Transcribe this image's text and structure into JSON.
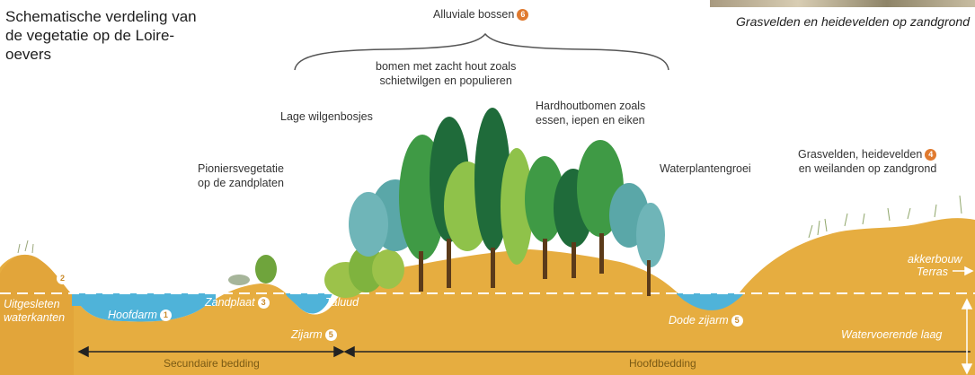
{
  "title": "Schematische verdeling van de vegetatie op de Loire-oevers",
  "photo_caption": "Grasvelden en heidevelden op zandgrond",
  "labels": {
    "alluvial_forests": "Alluviale bossen",
    "alluvial_num": "6",
    "soft_wood": "bomen met zacht hout zoals\nschietwilgen en populieren",
    "hard_wood": "Hardhoutbomen zoals\nessen, iepen en eiken",
    "low_willows": "Lage wilgenbosjes",
    "pioneer": "Pioniersvegetatie\nop de zandplaten",
    "aquatic": "Waterplantengroei",
    "grasslands": "Grasvelden, heidevelden",
    "grasslands_num": "4",
    "grasslands_2": "en weilanden op zandgrond"
  },
  "water_labels": {
    "worn_banks": "Uitgesleten\nwaterkanten",
    "worn_num": "2",
    "main_channel": "Hoofdarm",
    "main_num": "1",
    "sandbank": "Zandplaat",
    "sandbank_num": "3",
    "slope": "Taluud",
    "side_channel": "Zijarm",
    "side_num": "5",
    "dead_channel": "Dode zijarm",
    "dead_num": "5",
    "farming": "akkerbouw",
    "terrace": "Terras",
    "aquifer": "Watervoerende laag"
  },
  "beds": {
    "secondary": "Secundaire bedding",
    "main": "Hoofdbedding"
  },
  "colors": {
    "ground": "#e6ad40",
    "ground_dark": "#c98a2a",
    "water": "#4fb3d9",
    "tree_dark": "#1f6b3a",
    "tree_mid": "#3f9a45",
    "tree_light": "#8fc24a",
    "tree_teal": "#5aa7a8",
    "accent": "#e07a2f"
  }
}
